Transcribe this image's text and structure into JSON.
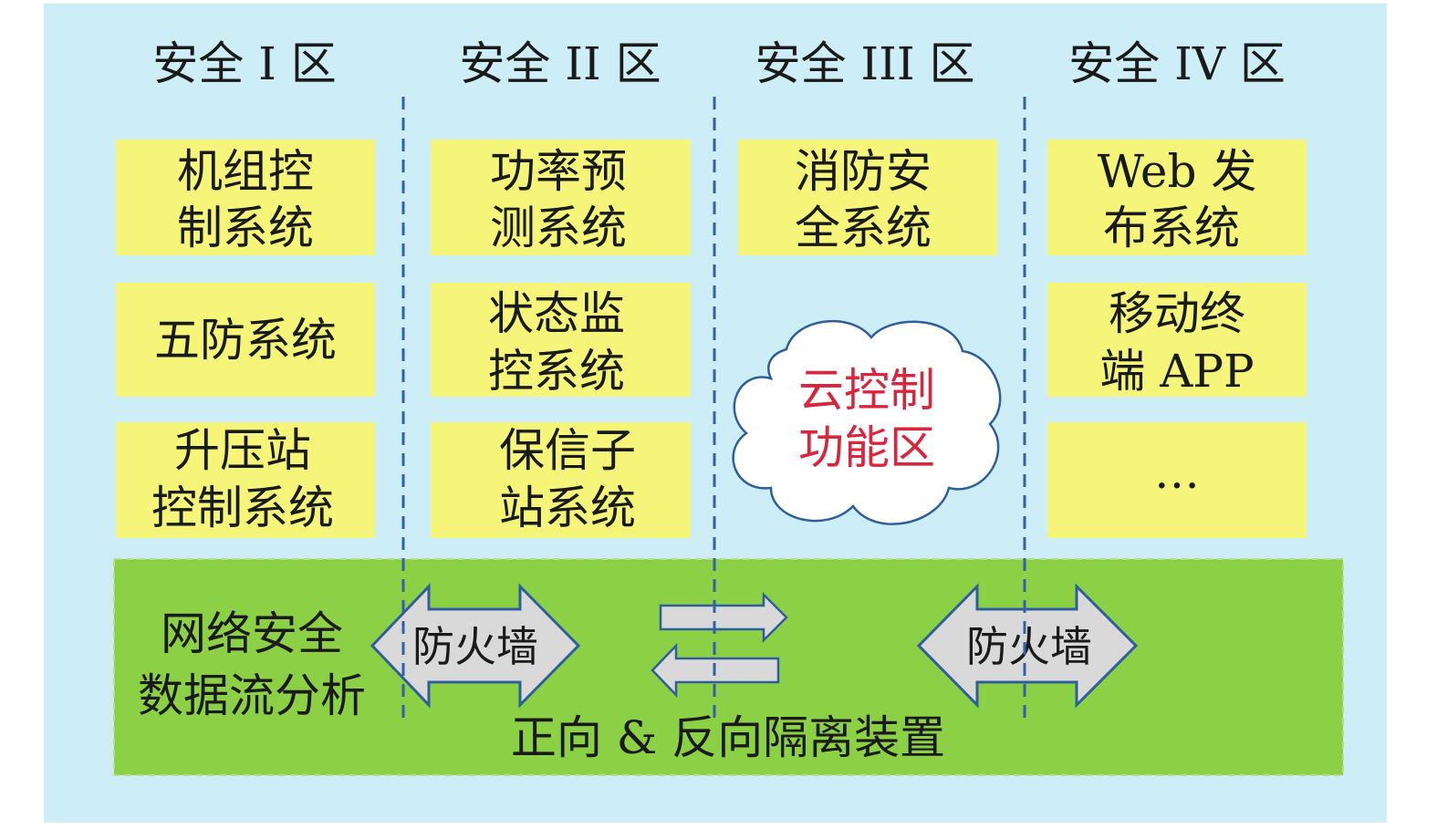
{
  "colors": {
    "background": "#cdeef6",
    "system_box": "#f5f57a",
    "bottom_band": "#8bd045",
    "bottom_band_border": "#b9dd8a",
    "divider": "#3560a8",
    "arrow_fill": "#d9d9d9",
    "arrow_stroke": "#2f5f9a",
    "cloud_stroke": "#2f5f9a",
    "cloud_text": "#d7263d"
  },
  "zones": [
    {
      "title": "安全 I 区"
    },
    {
      "title": "安全 II 区"
    },
    {
      "title": "安全 III 区"
    },
    {
      "title": "安全 IV 区"
    }
  ],
  "boxes": {
    "unit_control": {
      "line1": "机组控",
      "line2": "制系统"
    },
    "five_prevention": {
      "line1": "五防系统"
    },
    "booster_station": {
      "line1": "升压站",
      "line2": "控制系统"
    },
    "power_forecast": {
      "line1": "功率预",
      "line2": "测系统"
    },
    "status_monitor": {
      "line1": "状态监",
      "line2": "控系统"
    },
    "protection_substation": {
      "line1": "保信子",
      "line2": "站系统"
    },
    "fire_safety": {
      "line1": "消防安",
      "line2": "全系统"
    },
    "web_publish": {
      "line1": "Web 发",
      "line2": "布系统"
    },
    "mobile_app": {
      "line1": "移动终",
      "line2": "端 APP"
    },
    "ellipsis": {
      "line1": "…"
    }
  },
  "cloud": {
    "line1": "云控制",
    "line2": "功能区"
  },
  "bottom": {
    "network_line1": "网络安全",
    "network_line2": "数据流分析",
    "firewall_left": "防火墙",
    "firewall_right": "防火墙",
    "isolation": "正向 & 反向隔离装置"
  }
}
